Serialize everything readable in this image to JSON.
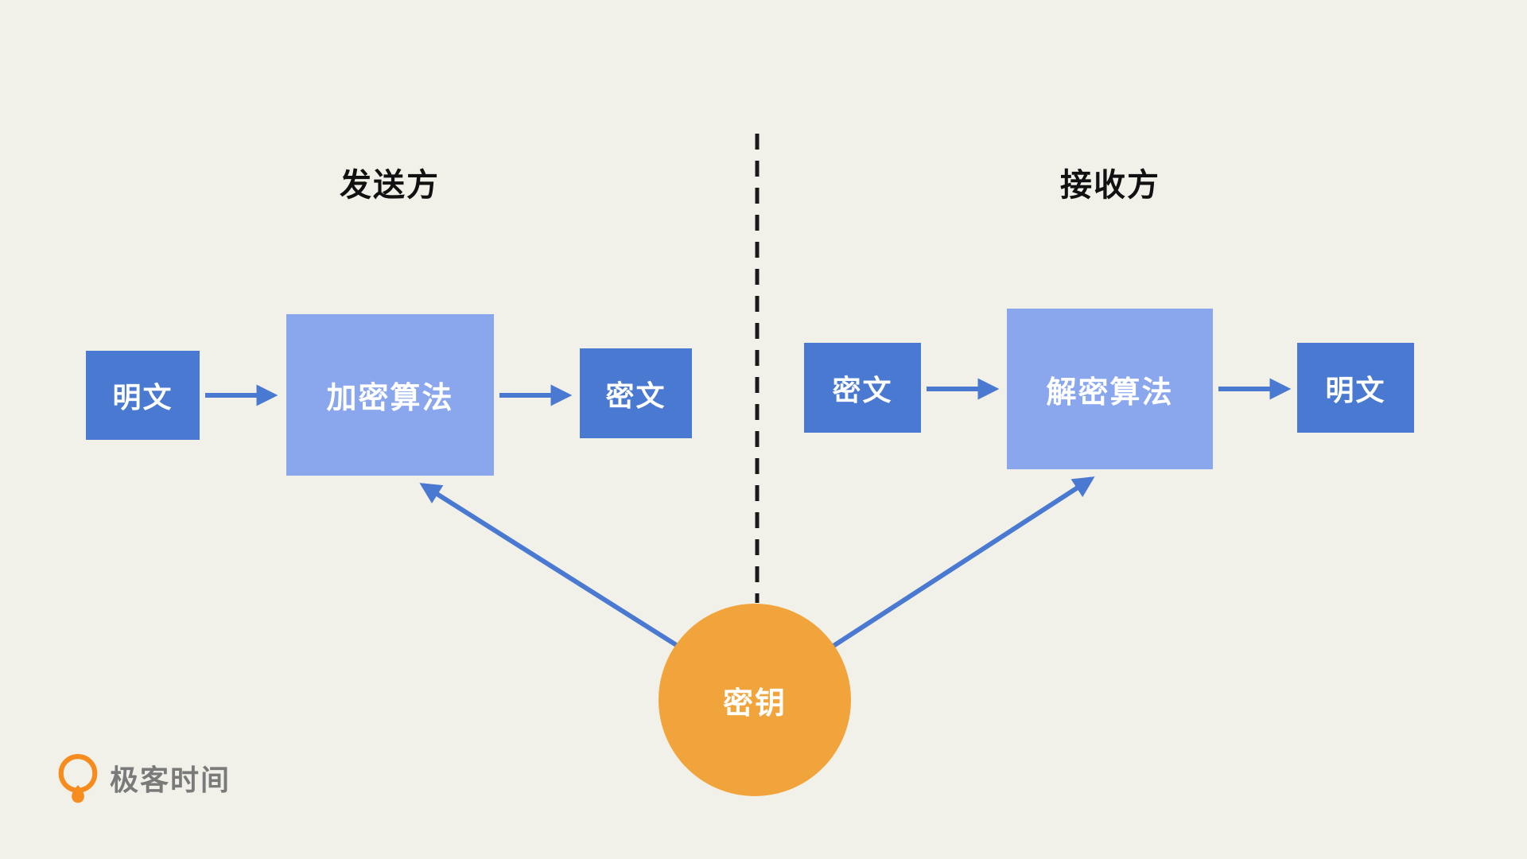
{
  "diagram": {
    "sender_title": "发送方",
    "receiver_title": "接收方",
    "key_label": "密钥",
    "sender_flow": {
      "input": "明文",
      "process": "加密算法",
      "output": "密文"
    },
    "receiver_flow": {
      "input": "密文",
      "process": "解密算法",
      "output": "明文"
    },
    "colors": {
      "background": "#f2f1e9",
      "box_blue": "#4a79d2",
      "box_light_blue": "#8aa7ee",
      "arrow_blue": "#4a79d2",
      "key_orange": "#f2a43c",
      "divider": "#1a1a1a",
      "logo_orange": "#f78c1e",
      "logo_text_gray": "#7a7a7a"
    }
  },
  "footer": {
    "brand": "极客时间"
  }
}
